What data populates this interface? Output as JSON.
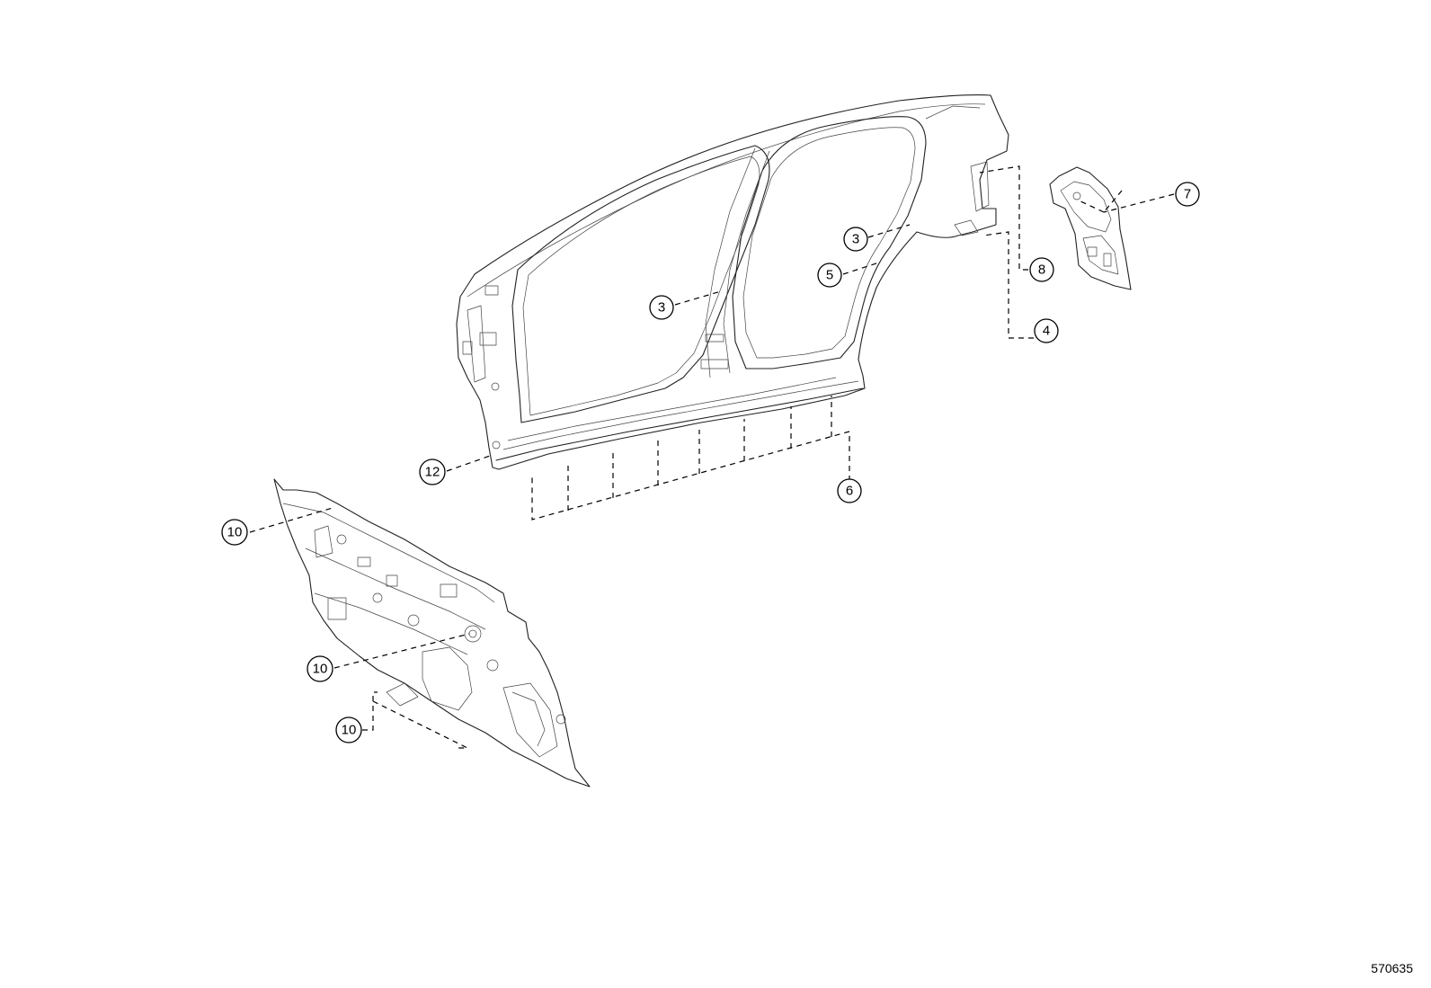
{
  "callouts": [
    {
      "id": "c7",
      "label": "7"
    },
    {
      "id": "c3a",
      "label": "3"
    },
    {
      "id": "c3b",
      "label": "3"
    },
    {
      "id": "c5",
      "label": "5"
    },
    {
      "id": "c8",
      "label": "8"
    },
    {
      "id": "c4",
      "label": "4"
    },
    {
      "id": "c12",
      "label": "12"
    },
    {
      "id": "c6",
      "label": "6"
    },
    {
      "id": "c10a",
      "label": "10"
    },
    {
      "id": "c10b",
      "label": "10"
    },
    {
      "id": "c10c",
      "label": "10"
    }
  ],
  "footer": {
    "catalog_number": "570635"
  }
}
